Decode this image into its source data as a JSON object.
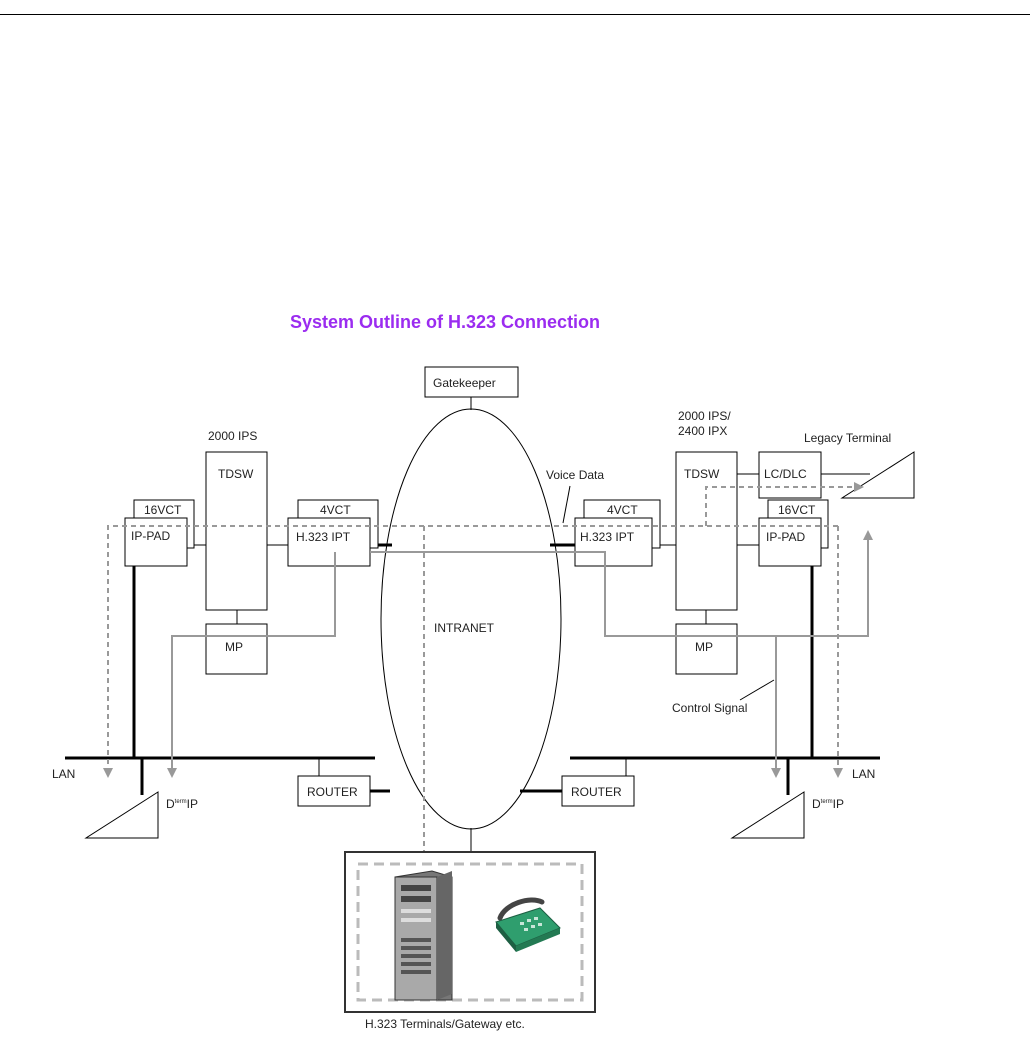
{
  "title": "System Outline of H.323 Connection",
  "colors": {
    "title": "#9b2cf0",
    "line": "#000000",
    "signal": "#999999",
    "box_border": "#333333"
  },
  "nodes": {
    "gatekeeper": "Gatekeeper",
    "intranet": "INTRANET",
    "left_system_label": "2000 IPS",
    "right_system_label_1": "2000 IPS/",
    "right_system_label_2": "2400 IPX",
    "tdsw": "TDSW",
    "mp": "MP",
    "vct16": "16VCT",
    "vct4": "4VCT",
    "ip_pad": "IP-PAD",
    "h323_ipt": "H.323 IPT",
    "lc_dlc": "LC/DLC",
    "router": "ROUTER",
    "lan": "LAN",
    "dterm_ip": "D",
    "dterm_sup": "term",
    "dterm_suffix": "IP",
    "legacy_terminal": "Legacy Terminal",
    "voice_data": "Voice Data",
    "control_signal": "Control Signal",
    "terminals": "H.323 Terminals/Gateway etc."
  },
  "icons": [
    "server-icon",
    "telephone-icon"
  ]
}
